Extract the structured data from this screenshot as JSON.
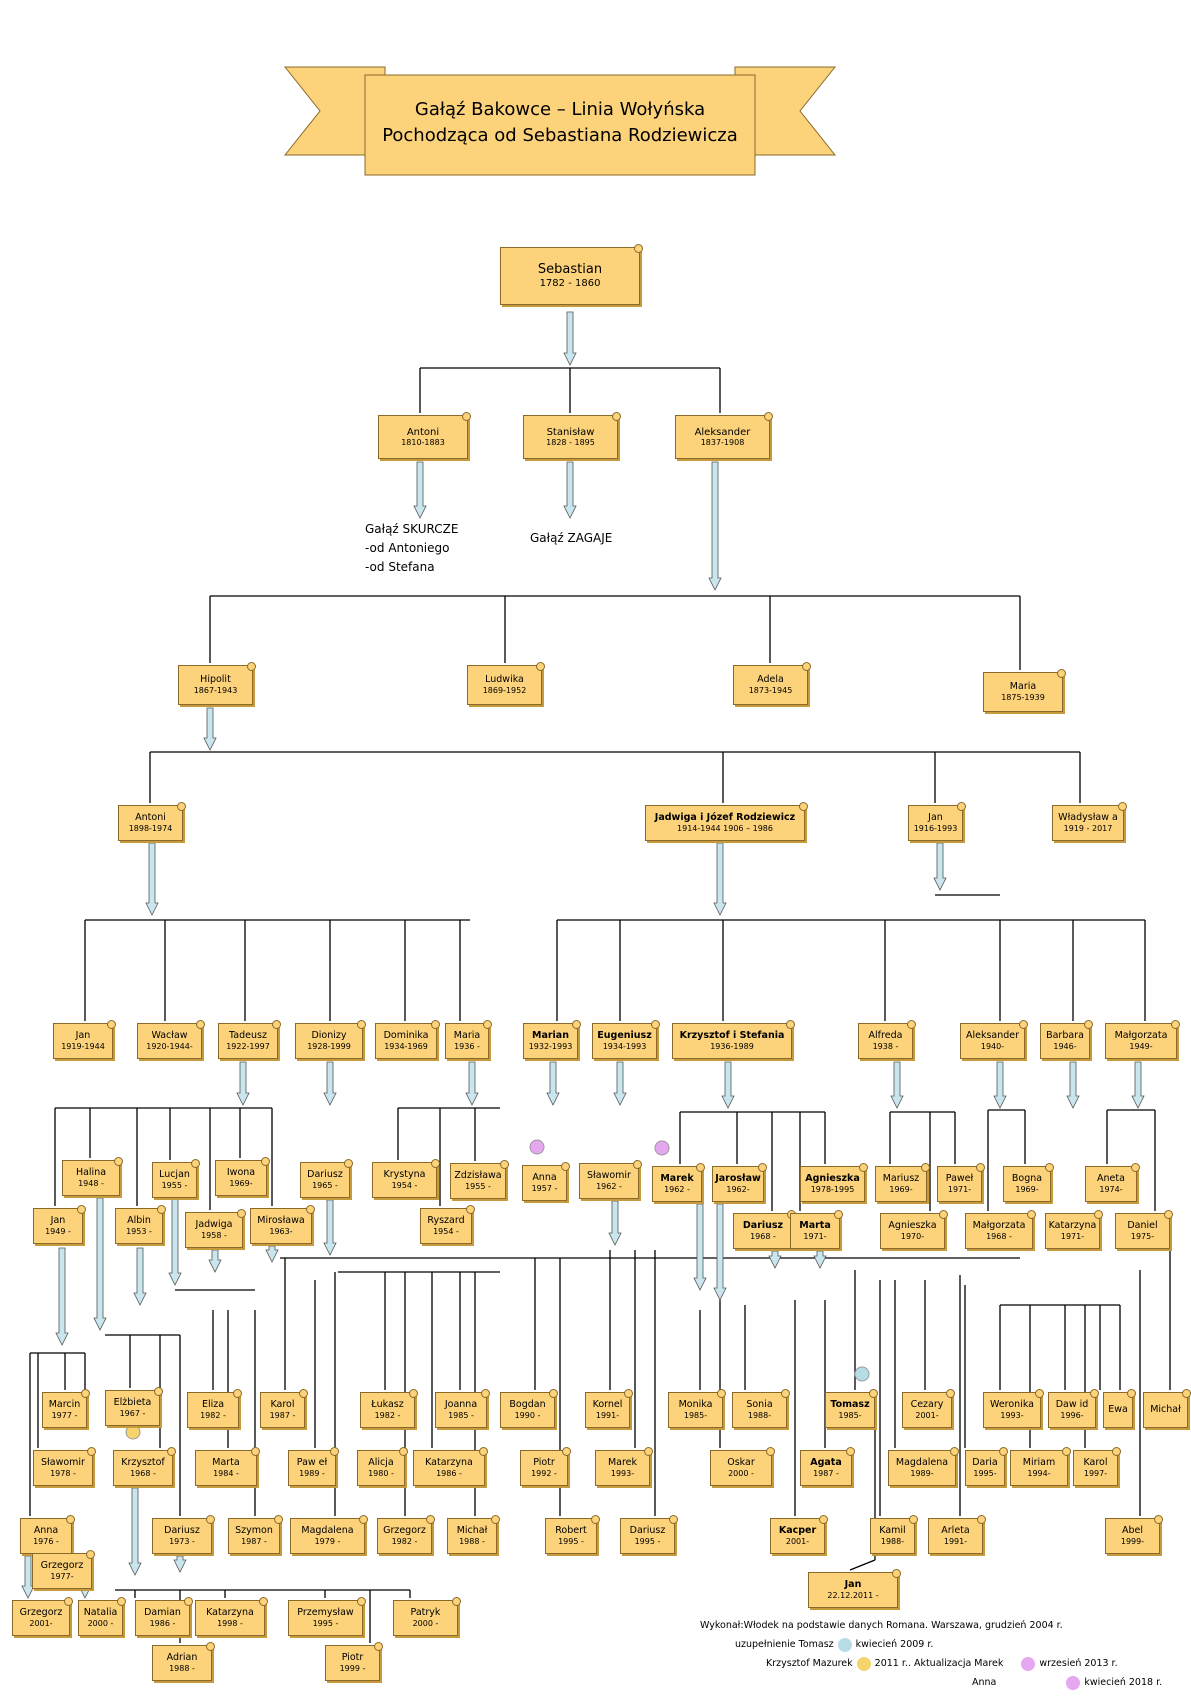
{
  "title": {
    "line1": "Gałąź Bakowce – Linia Wołyńska",
    "line2": "Pochodząca od Sebastiana Rodziewicza"
  },
  "colors": {
    "node": "#fcd27a",
    "border": "#8a6a2a",
    "arrow": "#c9e6ee",
    "star_blue": "#b6dde6",
    "star_yellow": "#f7d36b",
    "star_pink": "#e5a7ef"
  },
  "notes": {
    "skurcze": [
      "Gałąź SKURCZE",
      "-od Antoniego",
      "-od Stefana"
    ],
    "zagaje": "Gałąź ZAGAJE"
  },
  "footer": {
    "l1": "Wykonał:Włodek na podstawie danych Romana. Warszawa, grudzień 2004 r.",
    "l2a": "uzupełnienie Tomasz",
    "l2b": "kwiecień 2009 r.",
    "l3a": "Krzysztof Mazurek",
    "l3b": "2011 r.. Aktualizacja Marek",
    "l3c": "wrzesień 2013 r.",
    "l4a": "Anna",
    "l4b": "kwiecień 2018 r."
  },
  "people": {
    "sebastian": {
      "name": "Sebastian",
      "years": "1782 - 1860"
    },
    "antoni1": {
      "name": "Antoni",
      "years": "1810-1883"
    },
    "stanislaw": {
      "name": "Stanisław",
      "years": "1828 - 1895"
    },
    "aleksander1": {
      "name": "Aleksander",
      "years": "1837-1908"
    },
    "hipolit": {
      "name": "Hipolit",
      "years": "1867-1943"
    },
    "ludwika": {
      "name": "Ludwika",
      "years": "1869-1952"
    },
    "adela": {
      "name": "Adela",
      "years": "1873-1945"
    },
    "maria1": {
      "name": "Maria",
      "years": "1875-1939"
    },
    "antoni2": {
      "name": "Antoni",
      "years": "1898-1974"
    },
    "jadwiga_jozef": {
      "name": "Jadwiga i Józef Rodziewicz",
      "years": "1914-1944   1906 – 1986"
    },
    "jan1916": {
      "name": "Jan",
      "years": "1916-1993"
    },
    "wladyslaw": {
      "name": "Władysław a",
      "years": "1919 - 2017"
    },
    "jan1919": {
      "name": "Jan",
      "years": "1919-1944"
    },
    "waclaw": {
      "name": "Wacław",
      "years": "1920-1944-"
    },
    "tadeusz": {
      "name": "Tadeusz",
      "years": "1922-1997"
    },
    "dionizy": {
      "name": "Dionizy",
      "years": "1928-1999"
    },
    "dominika": {
      "name": "Dominika",
      "years": "1934-1969"
    },
    "maria1936": {
      "name": "Maria",
      "years": "1936 -"
    },
    "marian": {
      "name": "Marian",
      "years": "1932-1993"
    },
    "eugeniusz": {
      "name": "Eugeniusz",
      "years": "1934-1993"
    },
    "krzysztof1936": {
      "name": "Krzysztof i Stefania",
      "years": "1936-1989"
    },
    "alfreda": {
      "name": "Alfreda",
      "years": "1938 -"
    },
    "aleksander1940": {
      "name": "Aleksander",
      "years": "1940-"
    },
    "barbara": {
      "name": "Barbara",
      "years": "1946-"
    },
    "malgorzata1949": {
      "name": "Małgorzata",
      "years": "1949-"
    },
    "halina": {
      "name": "Halina",
      "years": "1948 -"
    },
    "lucjan": {
      "name": "Lucjan",
      "years": "1955 -"
    },
    "iwona": {
      "name": "Iwona",
      "years": "1969-"
    },
    "dariusz1965": {
      "name": "Dariusz",
      "years": "1965 -"
    },
    "krystyna": {
      "name": "Krystyna",
      "years": "1954 -"
    },
    "zdzislawa": {
      "name": "Zdzisława",
      "years": "1955 -"
    },
    "ryszard": {
      "name": "Ryszard",
      "years": "1954 -"
    },
    "anna1957": {
      "name": "Anna",
      "years": "1957 -"
    },
    "slawomir1962": {
      "name": "Sławomir",
      "years": "1962 -"
    },
    "marek1962": {
      "name": "Marek",
      "years": "1962 -"
    },
    "jaroslaw": {
      "name": "Jarosław",
      "years": "1962-"
    },
    "agnieszka1978": {
      "name": "Agnieszka",
      "years": "1978-1995"
    },
    "dariusz1968": {
      "name": "Dariusz",
      "years": "1968 -"
    },
    "marta1971": {
      "name": "Marta",
      "years": "1971-"
    },
    "mariusz": {
      "name": "Mariusz",
      "years": "1969-"
    },
    "pawel1971": {
      "name": "Paweł",
      "years": "1971-"
    },
    "agnieszka1970": {
      "name": "Agnieszka",
      "years": "1970-"
    },
    "bogna": {
      "name": "Bogna",
      "years": "1969-"
    },
    "malgorzata1968": {
      "name": "Małgorzata",
      "years": "1968 -"
    },
    "katarzyna1971": {
      "name": "Katarzyna",
      "years": "1971-"
    },
    "aneta": {
      "name": "Aneta",
      "years": "1974-"
    },
    "daniel": {
      "name": "Daniel",
      "years": "1975-"
    },
    "jan1949": {
      "name": "Jan",
      "years": "1949 -"
    },
    "albin": {
      "name": "Albin",
      "years": "1953 -"
    },
    "jadwiga1958": {
      "name": "Jadwiga",
      "years": "1958 -"
    },
    "miroslawa": {
      "name": "Mirosława",
      "years": "1963-"
    },
    "marcin": {
      "name": "Marcin",
      "years": "1977 -"
    },
    "elzbieta": {
      "name": "Elżbieta",
      "years": "1967 -"
    },
    "eliza": {
      "name": "Eliza",
      "years": "1982 -"
    },
    "karol1987": {
      "name": "Karol",
      "years": "1987 -"
    },
    "lukasz": {
      "name": "Łukasz",
      "years": "1982 -"
    },
    "joanna": {
      "name": "Joanna",
      "years": "1985 -"
    },
    "bogdan": {
      "name": "Bogdan",
      "years": "1990 -"
    },
    "kornel": {
      "name": "Kornel",
      "years": "1991-"
    },
    "monika": {
      "name": "Monika",
      "years": "1985-"
    },
    "sonia": {
      "name": "Sonia",
      "years": "1988-"
    },
    "tomasz": {
      "name": "Tomasz",
      "years": "1985-"
    },
    "cezary": {
      "name": "Cezary",
      "years": "2001-"
    },
    "weronika": {
      "name": "Weronika",
      "years": "1993-"
    },
    "dawid": {
      "name": "Daw id",
      "years": "1996-"
    },
    "ewa": {
      "name": "Ewa",
      "years": ""
    },
    "michal1": {
      "name": "Michał",
      "years": ""
    },
    "slawomir1978": {
      "name": "Sławomir",
      "years": "1978 -"
    },
    "krzysztof1968": {
      "name": "Krzysztof",
      "years": "1968 -"
    },
    "marta1984": {
      "name": "Marta",
      "years": "1984 -"
    },
    "pawel1989": {
      "name": "Paw eł",
      "years": "1989 -"
    },
    "alicja": {
      "name": "Alicja",
      "years": "1980 -"
    },
    "katarzyna1986": {
      "name": "Katarzyna",
      "years": "1986 -"
    },
    "piotr1992": {
      "name": "Piotr",
      "years": "1992 -"
    },
    "marek1993": {
      "name": "Marek",
      "years": "1993-"
    },
    "oskar": {
      "name": "Oskar",
      "years": "2000 -"
    },
    "agata": {
      "name": "Agata",
      "years": "1987 -"
    },
    "magdalena1989": {
      "name": "Magdalena",
      "years": "1989-"
    },
    "daria": {
      "name": "Daria",
      "years": "1995-"
    },
    "miriam": {
      "name": "Miriam",
      "years": "1994-"
    },
    "karol1997": {
      "name": "Karol",
      "years": "1997-"
    },
    "anna1976": {
      "name": "Anna",
      "years": "1976 -"
    },
    "grzegorz1977": {
      "name": "Grzegorz",
      "years": "1977-"
    },
    "dariusz1973": {
      "name": "Dariusz",
      "years": "1973 -"
    },
    "szymon": {
      "name": "Szymon",
      "years": "1987 -"
    },
    "magdalena1979": {
      "name": "Magdalena",
      "years": "1979 -"
    },
    "grzegorz1982": {
      "name": "Grzegorz",
      "years": "1982 -"
    },
    "michal1988": {
      "name": "Michał",
      "years": "1988 -"
    },
    "robert": {
      "name": "Robert",
      "years": "1995 -"
    },
    "dariusz1995": {
      "name": "Dariusz",
      "years": "1995 -"
    },
    "kacper": {
      "name": "Kacper",
      "years": "2001-"
    },
    "kamil": {
      "name": "Kamil",
      "years": "1988-"
    },
    "arleta": {
      "name": "Arleta",
      "years": "1991-"
    },
    "abel": {
      "name": "Abel",
      "years": "1999-"
    },
    "grzegorz2001": {
      "name": "Grzegorz",
      "years": "2001-"
    },
    "natalia": {
      "name": "Natalia",
      "years": "2000 -"
    },
    "damian": {
      "name": "Damian",
      "years": "1986 -"
    },
    "katarzyna1998": {
      "name": "Katarzyna",
      "years": "1998 -"
    },
    "przemyslaw": {
      "name": "Przemysław",
      "years": "1995 -"
    },
    "patryk": {
      "name": "Patryk",
      "years": "2000 -"
    },
    "jan2011": {
      "name": "Jan",
      "years": "22.12.2011 -"
    },
    "adrian": {
      "name": "Adrian",
      "years": "1988 -"
    },
    "piotr1999": {
      "name": "Piotr",
      "years": "1999 -"
    }
  }
}
